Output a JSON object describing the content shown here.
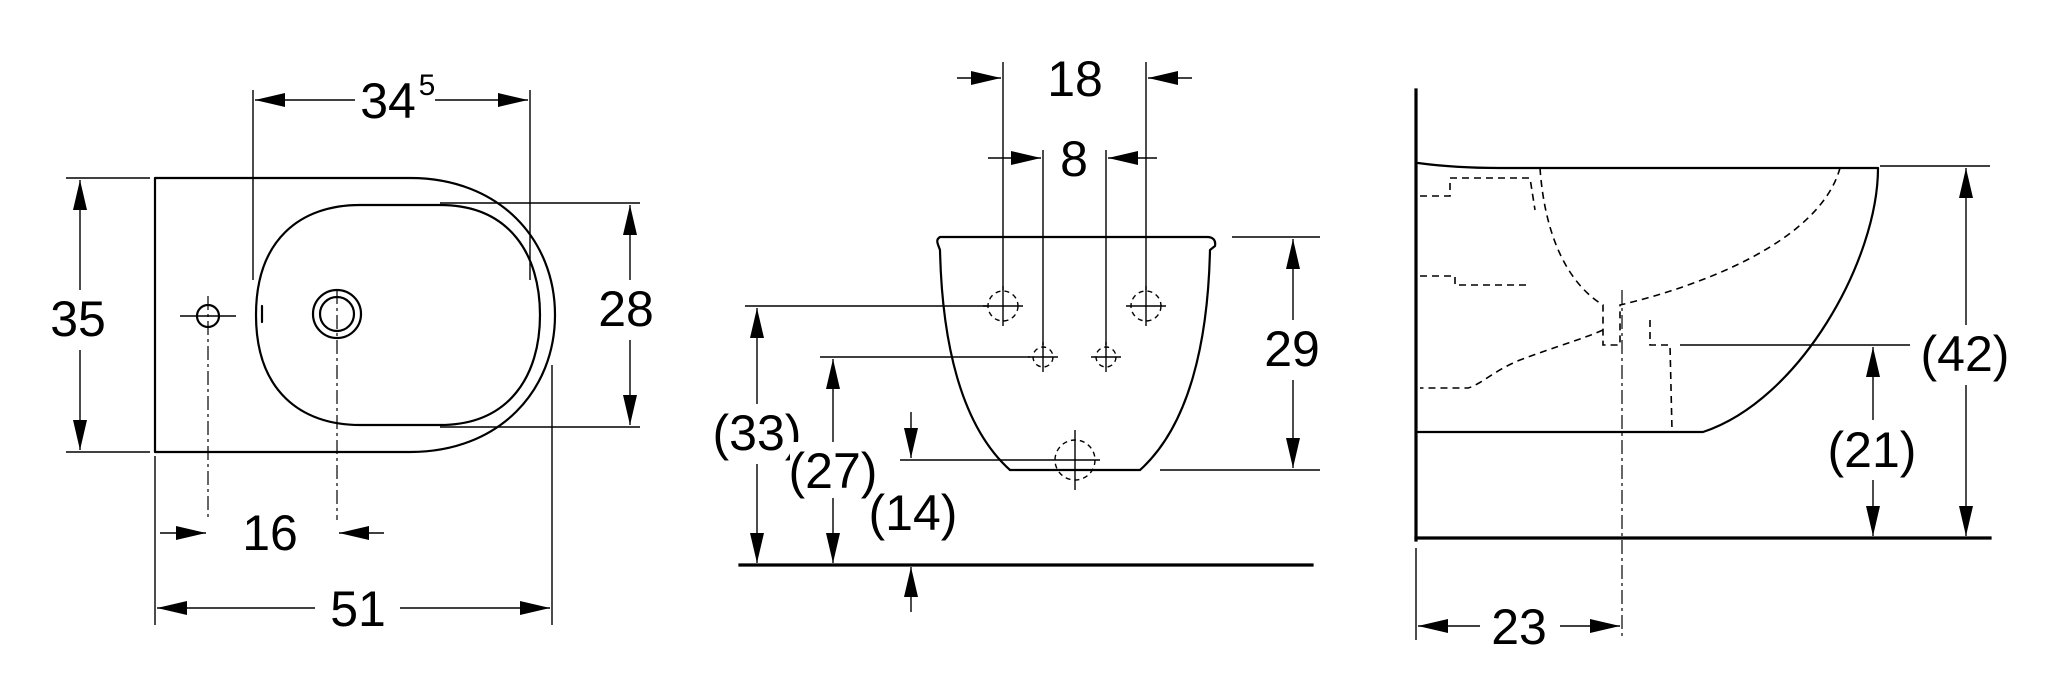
{
  "top_view": {
    "dims": {
      "width_total": "51",
      "depth": "35",
      "bowl_length_main": "34",
      "bowl_length_sup": "5",
      "bowl_width": "28",
      "tap_hole_offset": "16"
    }
  },
  "front_view": {
    "dims": {
      "fixing_outer": "18",
      "fixing_inner": "8",
      "height_front": "29",
      "height_upper_fix": "(33)",
      "height_lower_fix": "(27)",
      "height_waste": "(14)"
    }
  },
  "side_view": {
    "dims": {
      "height_total": "(42)",
      "height_waste": "(21)",
      "waste_offset": "23"
    }
  }
}
